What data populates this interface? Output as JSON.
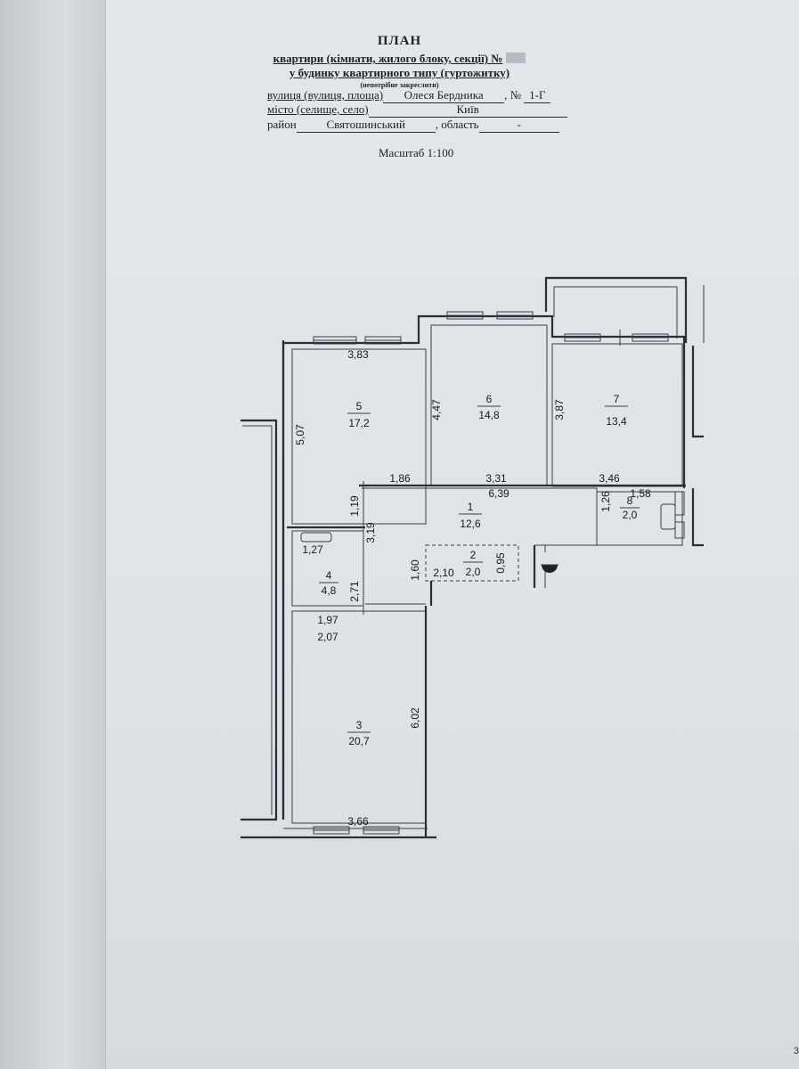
{
  "header": {
    "title": "ПЛАН",
    "line2": "квартири (кімнати, жилого блоку, секції) №",
    "line3": "у будинку квартирного типу (гуртожитку)",
    "note": "(непотрібне закреслити)"
  },
  "address": {
    "street_label": "вулиця (вулиця, площа)",
    "street_value": "Олеся Бердника",
    "number_label": "№",
    "number_value": "1-Г",
    "city_label": "місто (селище, село)",
    "city_value": "Київ",
    "district_label": "район",
    "district_value": "Святошинський",
    "oblast_label": ", область",
    "oblast_value": "-"
  },
  "scale": "Масштаб 1:100",
  "rooms": [
    {
      "number": "1",
      "area": "12,6"
    },
    {
      "number": "2",
      "area": "2,0"
    },
    {
      "number": "3",
      "area": "20,7"
    },
    {
      "number": "4",
      "area": "4,8"
    },
    {
      "number": "5",
      "area": "17,2"
    },
    {
      "number": "6",
      "area": "14,8"
    },
    {
      "number": "7",
      "area": "13,4"
    },
    {
      "number": "8",
      "area": "2,0"
    }
  ],
  "dimensions": {
    "d383": "3,83",
    "d447": "4,47",
    "d387": "3,87",
    "d507": "5,07",
    "d186": "1,86",
    "d331": "3,31",
    "d346": "3,46",
    "d639": "6,39",
    "d126": "1,26",
    "d158": "1,58",
    "d119": "1,19",
    "d319": "3,19",
    "d127": "1,27",
    "d160": "1,60",
    "d210": "2,10",
    "d095": "0,95",
    "d271": "2,71",
    "d197": "1,97",
    "d207": "2,07",
    "d602": "6,02",
    "d366": "3,66"
  },
  "page_corner": "3"
}
